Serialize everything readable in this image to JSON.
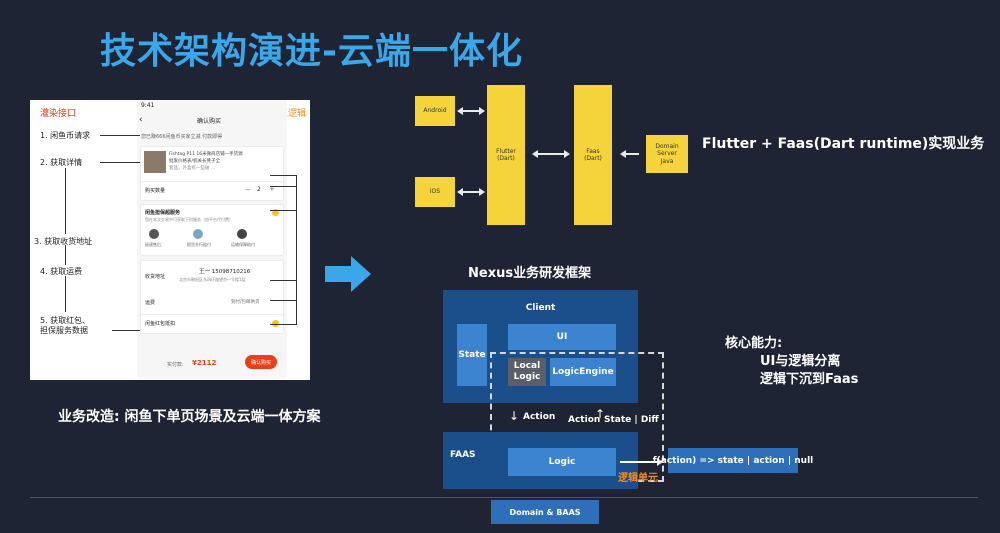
{
  "title": "技术架构演进-云端一体化",
  "phone": {
    "left_header": "灌染接口",
    "right_header": "交互逻辑",
    "status_time": "9:41",
    "nav_title": "确认购买",
    "steps": [
      "1. 闲鱼币请求",
      "2. 获取详情",
      "3. 获取收货地址",
      "4. 获取运费",
      "5. 获取红包、",
      "担保服务数据"
    ],
    "notice": "您已赚666闲鱼币买家立减 付款即得",
    "item_desc_1": "Fishtag P11 16米微商店铺一手货源",
    "item_desc_2": "批发价格表/机关长凳子全",
    "item_desc_3": "套品，外盒有一些破 ...",
    "quantity_label": "购买数量",
    "quantity_value": "2",
    "service_title": "闲鱼担保超服务",
    "service_desc": "您在本次交易中可获取下列服务（由平台代付费）",
    "service_items": [
      "极速售后",
      "假货先行赔付",
      "运输保障赔付"
    ],
    "address_label": "收货地址",
    "address_name": "王一 15098710216",
    "address_detail": "北京市朝阳区东四环路望京一号楼1层",
    "shipping_label": "运费",
    "shipping_value": "到付/包邮供货",
    "coupon_label": "闲鱼红包抵扣",
    "total_label": "实付款:",
    "total_value": "¥2112",
    "buy_button": "确认购买",
    "caption": "业务改造: 闲鱼下单页场景及云端一体方案"
  },
  "flutter": {
    "android": "Android",
    "ios": "iOS",
    "flutter_lines": [
      "Flutter",
      "(Dart)"
    ],
    "faas_lines": [
      "Faas",
      "(Dart)"
    ],
    "domain_lines": [
      "Domain",
      "Server",
      "Java"
    ],
    "caption": "Flutter + Faas(Dart runtime)实现业务"
  },
  "nexus": {
    "title": "Nexus业务研发框架",
    "client": "Client",
    "ui": "UI",
    "state": "State",
    "local_logic_lines": [
      "Local",
      "Logic"
    ],
    "logic_engine": "LogicEngine",
    "action": "Action",
    "action_state": "Action",
    "state_diff": "State | Diff",
    "faas": "FAAS",
    "logic": "Logic",
    "logic_unit": "逻辑单元",
    "function_sig": "f(action) => state | action | null",
    "domain_baas": "Domain & BAAS"
  },
  "core": {
    "title": "核心能力:",
    "line1": "UI与逻辑分离",
    "line2": "逻辑下沉到Faas"
  },
  "colors": {
    "title": "#3aa7ea",
    "background": "#1e2434",
    "yellow_box": "#f4d43a",
    "nexus_dark": "#1a4f8c",
    "nexus_mid": "#2d6fb8",
    "nexus_light": "#3d84d0",
    "accent_orange": "#f08a1e",
    "red_button": "#e8401c"
  }
}
